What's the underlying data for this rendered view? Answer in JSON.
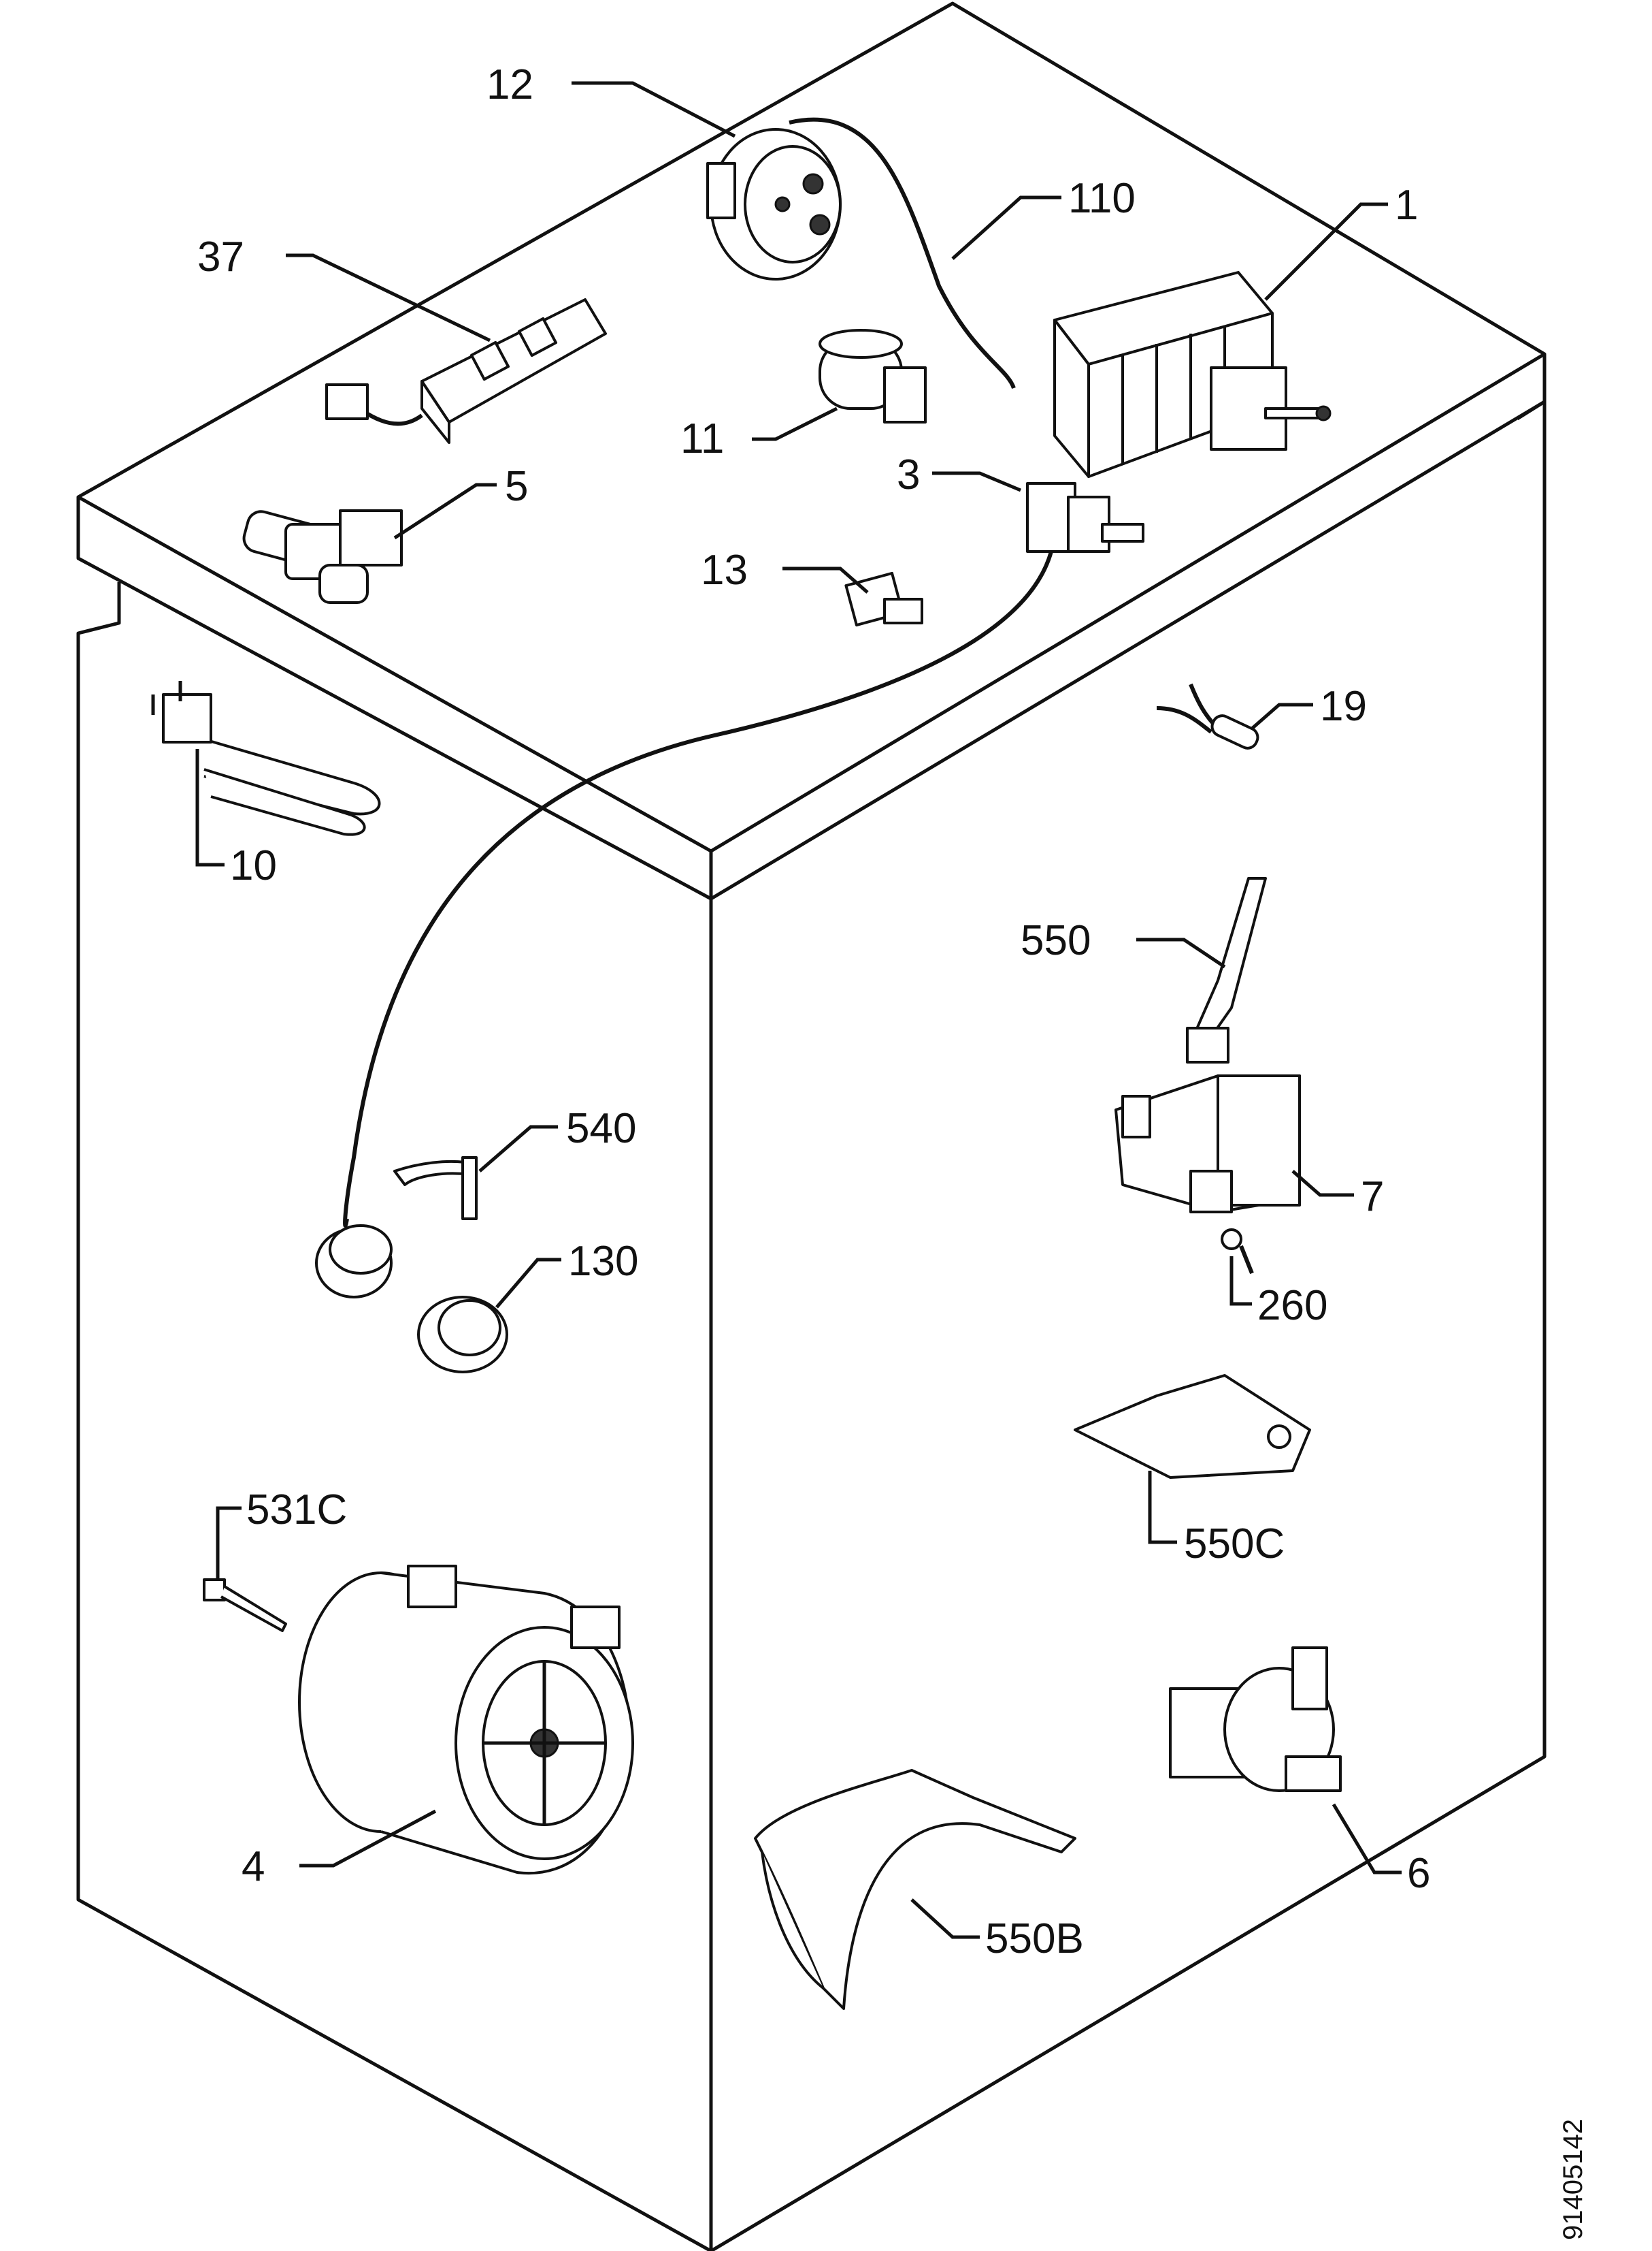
{
  "drawing_number": "91405142",
  "labels": [
    {
      "id": "1",
      "text": "1"
    },
    {
      "id": "3",
      "text": "3"
    },
    {
      "id": "4",
      "text": "4"
    },
    {
      "id": "5",
      "text": "5"
    },
    {
      "id": "6",
      "text": "6"
    },
    {
      "id": "7",
      "text": "7"
    },
    {
      "id": "10",
      "text": "10"
    },
    {
      "id": "11",
      "text": "11"
    },
    {
      "id": "12",
      "text": "12"
    },
    {
      "id": "13",
      "text": "13"
    },
    {
      "id": "19",
      "text": "19"
    },
    {
      "id": "37",
      "text": "37"
    },
    {
      "id": "110",
      "text": "110"
    },
    {
      "id": "130",
      "text": "130"
    },
    {
      "id": "260",
      "text": "260"
    },
    {
      "id": "531c",
      "text": "531C"
    },
    {
      "id": "540",
      "text": "540"
    },
    {
      "id": "550",
      "text": "550"
    },
    {
      "id": "550b",
      "text": "550B"
    },
    {
      "id": "550c",
      "text": "550C"
    }
  ]
}
